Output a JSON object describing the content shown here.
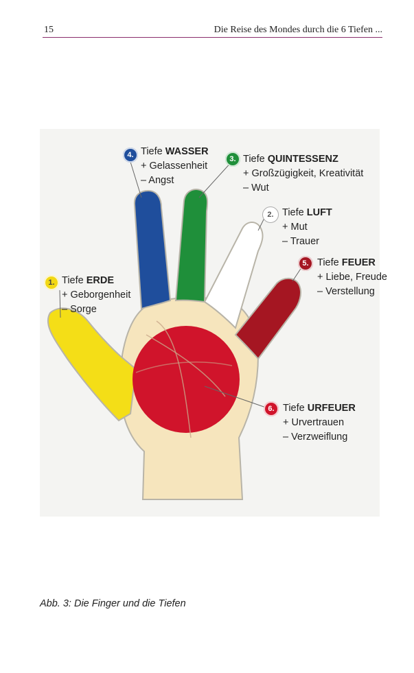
{
  "header": {
    "page_number": "15",
    "running_head": "Die Reise des Mondes durch die 6 Tiefen ..."
  },
  "figure": {
    "labels": [
      {
        "id": "erde",
        "number": "1.",
        "prefix": "Tiefe ",
        "name": "ERDE",
        "plus": "+ Geborgenheit",
        "minus": "– Sorge",
        "color": "#f2d814"
      },
      {
        "id": "wasser",
        "number": "4.",
        "prefix": "Tiefe ",
        "name": "WASSER",
        "plus": "+ Gelassenheit",
        "minus": "– Angst",
        "color": "#1f4e9c"
      },
      {
        "id": "quintessenz",
        "number": "3.",
        "prefix": "Tiefe ",
        "name": "QUINTESSENZ",
        "plus": "+ Großzügigkeit, Kreativität",
        "minus": "– Wut",
        "color": "#1f8f3a"
      },
      {
        "id": "luft",
        "number": "2.",
        "prefix": "Tiefe ",
        "name": "LUFT",
        "plus": "+ Mut",
        "minus": "– Trauer",
        "color": "#eeeeee"
      },
      {
        "id": "feuer",
        "number": "5.",
        "prefix": "Tiefe ",
        "name": "FEUER",
        "plus": "+ Liebe, Freude",
        "minus": "– Verstellung",
        "color": "#a51622"
      },
      {
        "id": "urfeuer",
        "number": "6.",
        "prefix": "Tiefe ",
        "name": "URFEUER",
        "plus": "+ Urvertrauen",
        "minus": "– Verzweiflung",
        "color": "#d0142b"
      }
    ]
  },
  "caption": "Abb. 3: Die Finger und die Tiefen"
}
